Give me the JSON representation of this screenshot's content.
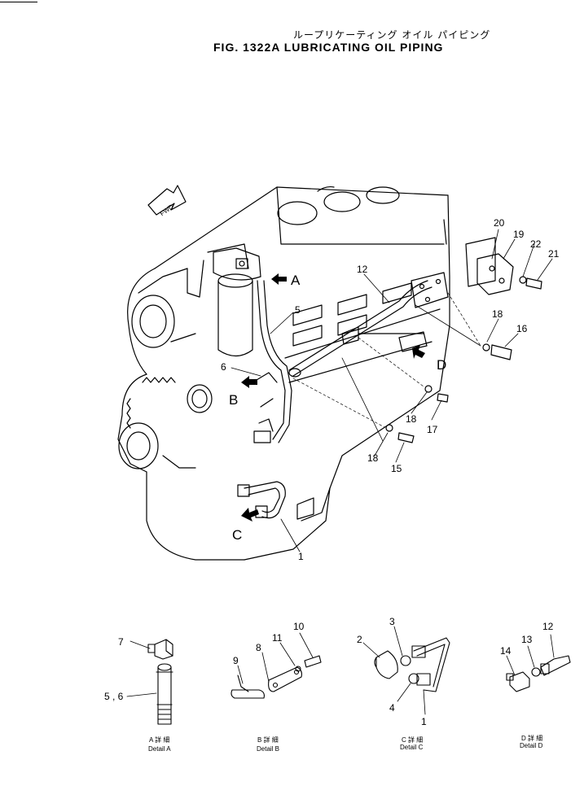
{
  "header": {
    "title_jp": "ループリケーティング オイル パイピング",
    "title_en": "FIG. 1322A  LUBRICATING  OIL  PIPING"
  },
  "fwd_label": "FWD",
  "view_arrows": [
    "A",
    "B",
    "C",
    "D"
  ],
  "callouts": [
    "20",
    "19",
    "22",
    "21",
    "12",
    "18",
    "16",
    "5",
    "6",
    "18",
    "17",
    "18",
    "15",
    "1"
  ],
  "detail_callouts": {
    "a": [
      "7",
      "5 , 6"
    ],
    "b": [
      "10",
      "11",
      "8",
      "9"
    ],
    "c": [
      "3",
      "2",
      "4",
      "1"
    ],
    "d": [
      "12",
      "13",
      "14"
    ]
  },
  "detail_captions": [
    {
      "jp": "A 詳 細",
      "en": "Detail A"
    },
    {
      "jp": "B 詳 細",
      "en": "Detail B"
    },
    {
      "jp": "C 詳 細",
      "en": "Detail C"
    },
    {
      "jp": "D 詳 細",
      "en": "Detail D"
    }
  ]
}
